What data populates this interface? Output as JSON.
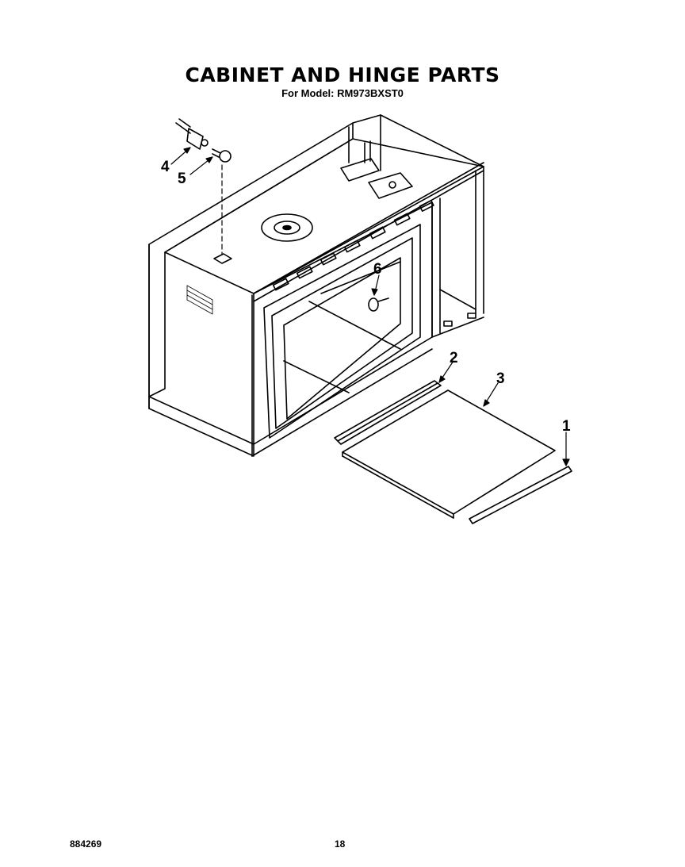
{
  "header": {
    "title": "CABINET AND HINGE PARTS",
    "subtitle": "For Model: RM973BXST0"
  },
  "callouts": [
    "1",
    "2",
    "3",
    "4",
    "5",
    "6"
  ],
  "footer": {
    "doc_number": "884269",
    "page_number": "18"
  }
}
